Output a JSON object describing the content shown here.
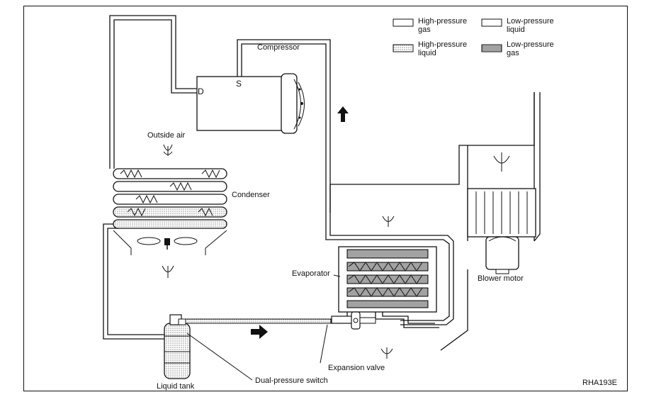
{
  "legend": {
    "high_pressure_gas": "High-pressure\ngas",
    "low_pressure_liquid": "Low-pressure\nliquid",
    "high_pressure_liquid": "High-pressure\nliquid",
    "low_pressure_gas": "Low-pressure\ngas"
  },
  "labels": {
    "compressor": "Compressor",
    "discharge": "D",
    "suction": "S",
    "outside_air": "Outside air",
    "condenser": "Condenser",
    "evaporator": "Evaporator",
    "blower_motor": "Blower motor",
    "liquid_tank": "Liquid tank",
    "dual_pressure_switch": "Dual-pressure switch",
    "expansion_valve": "Expansion valve",
    "figure_code": "RHA193E"
  }
}
